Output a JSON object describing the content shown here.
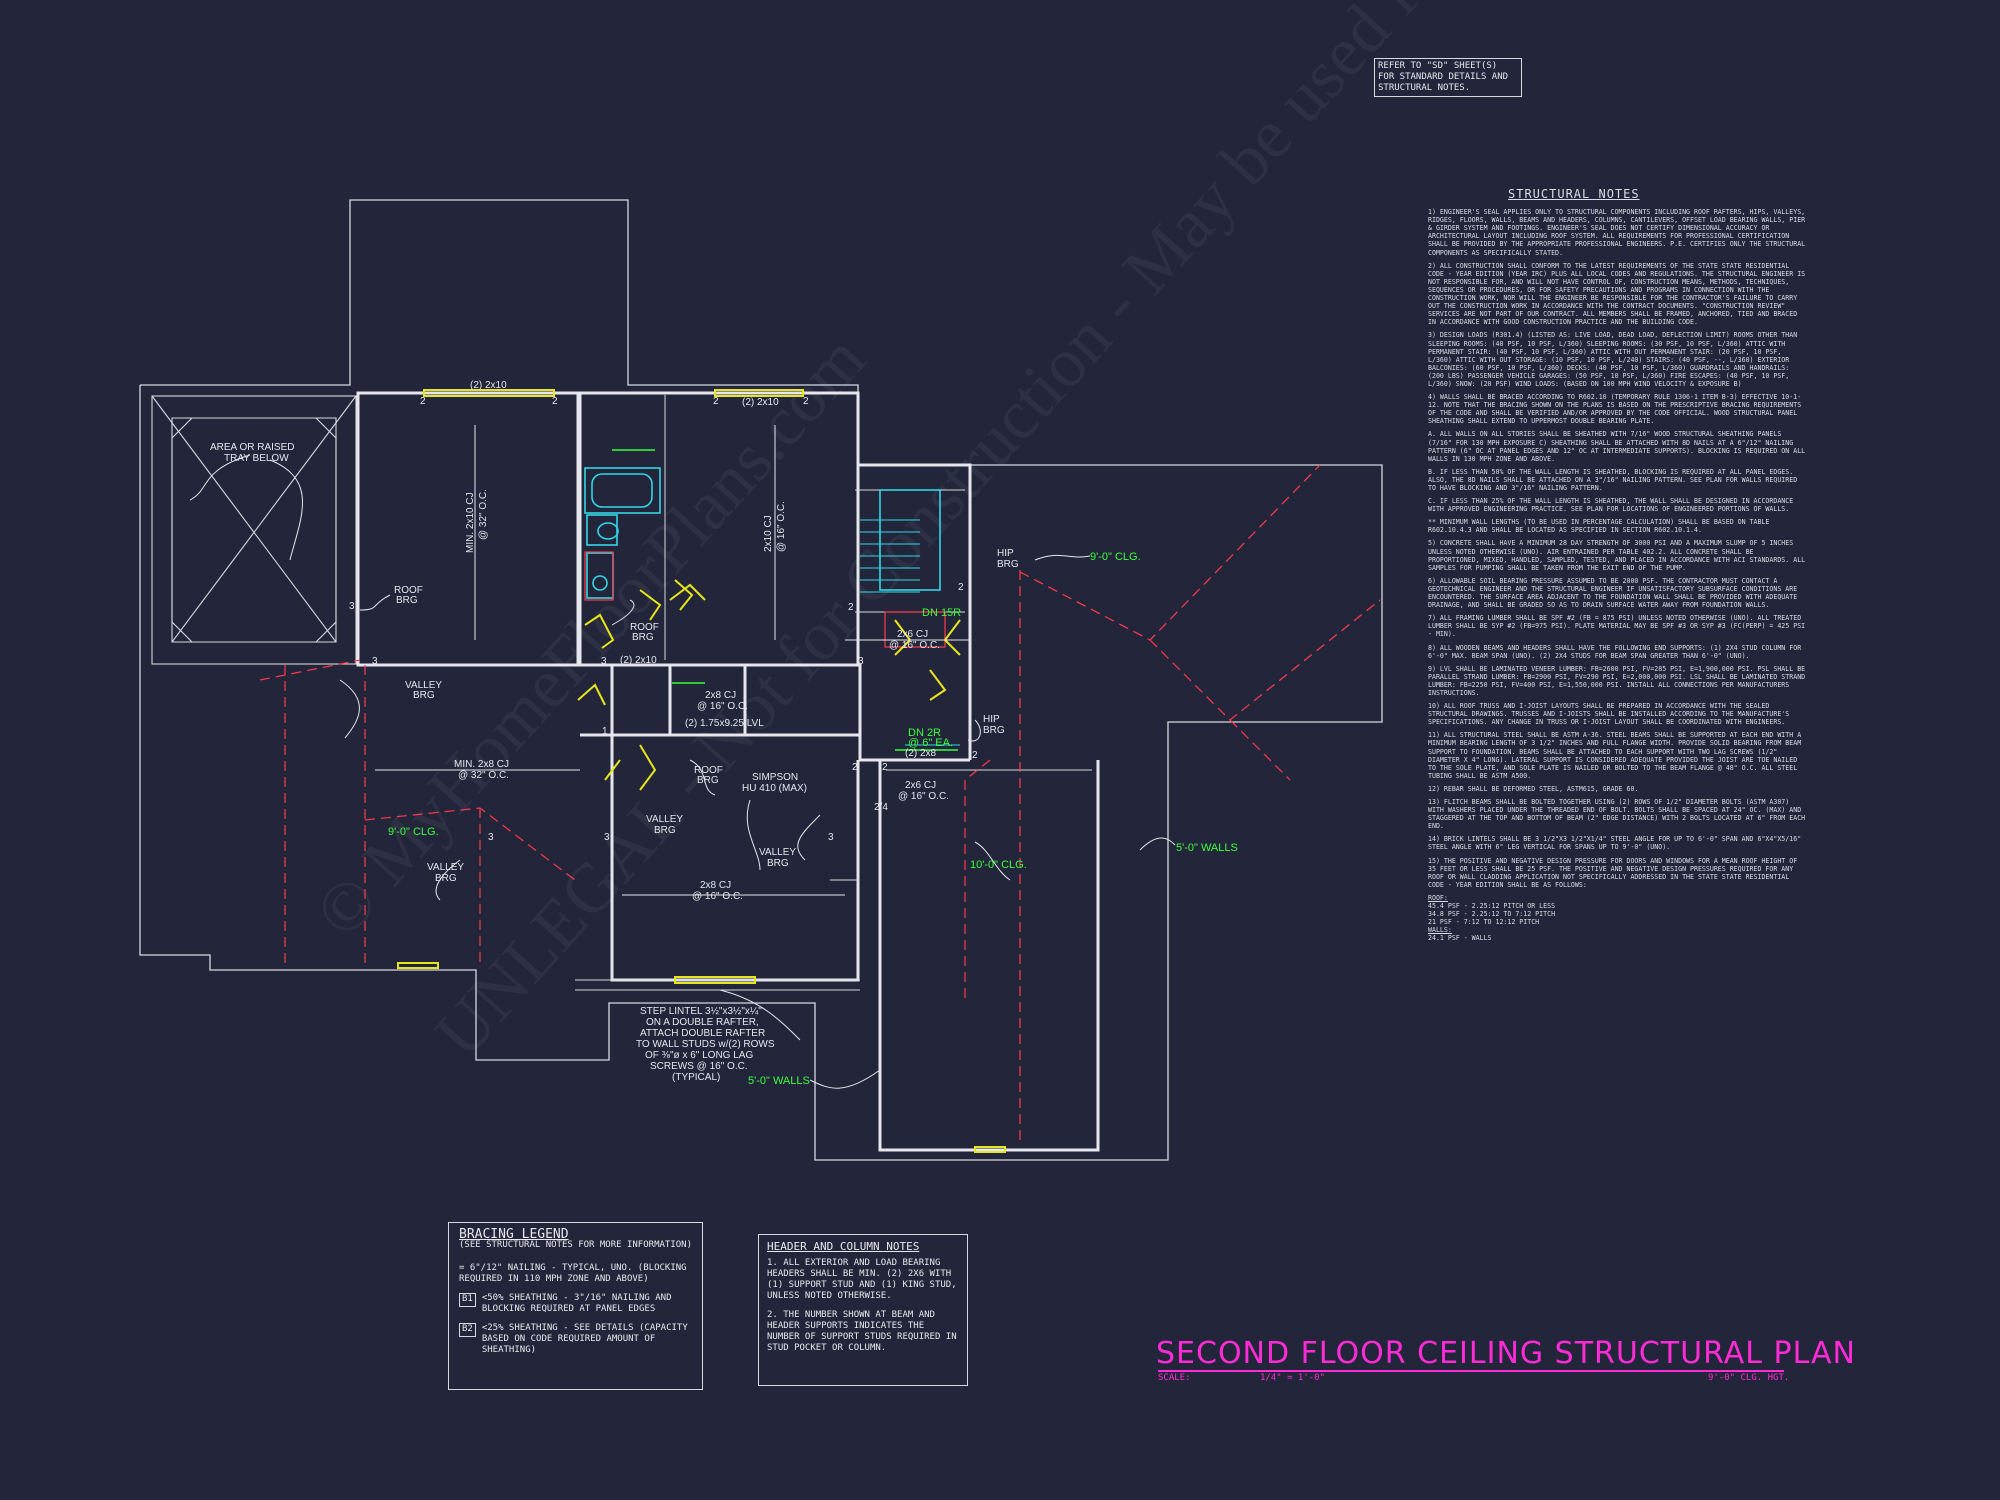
{
  "reference_note": "REFER TO \"SD\" SHEET(S) FOR STANDARD DETAILS AND STRUCTURAL NOTES.",
  "title": "SECOND FLOOR CEILING STRUCTURAL PLAN",
  "scale_label": "SCALE:",
  "scale_value": "1/4\" = 1'-0\"",
  "ceiling_height": "9'-0\" CLG. HGT.",
  "structural_notes": {
    "heading": "STRUCTURAL NOTES",
    "paragraphs": [
      "1) ENGINEER'S SEAL APPLIES ONLY TO STRUCTURAL COMPONENTS INCLUDING ROOF RAFTERS, HIPS, VALLEYS, RIDGES, FLOORS, WALLS, BEAMS AND HEADERS, COLUMNS, CANTILEVERS, OFFSET LOAD BEARING WALLS, PIER & GIRDER SYSTEM AND FOOTINGS. ENGINEER'S SEAL DOES NOT CERTIFY DIMENSIONAL ACCURACY OR ARCHITECTURAL LAYOUT INCLUDING ROOF SYSTEM. ALL REQUIREMENTS FOR PROFESSIONAL CERTIFICATION SHALL BE PROVIDED BY THE APPROPRIATE PROFESSIONAL ENGINEERS. P.E. CERTIFIES ONLY THE STRUCTURAL COMPONENTS AS SPECIFICALLY STATED.",
      "2) ALL CONSTRUCTION SHALL CONFORM TO THE LATEST REQUIREMENTS OF THE STATE STATE RESIDENTIAL CODE - YEAR EDITION (YEAR IRC) PLUS ALL LOCAL CODES AND REGULATIONS. THE STRUCTURAL ENGINEER IS NOT RESPONSIBLE FOR, AND WILL NOT HAVE CONTROL OF, CONSTRUCTION MEANS, METHODS, TECHNIQUES, SEQUENCES OR PROCEDURES, OR FOR SAFETY PRECAUTIONS AND PROGRAMS IN CONNECTION WITH THE CONSTRUCTION WORK, NOR WILL THE ENGINEER BE RESPONSIBLE FOR THE CONTRACTOR'S FAILURE TO CARRY OUT THE CONSTRUCTION WORK IN ACCORDANCE WITH THE CONTRACT DOCUMENTS. \"CONSTRUCTION REVIEW\" SERVICES ARE NOT PART OF OUR CONTRACT. ALL MEMBERS SHALL BE FRAMED, ANCHORED, TIED AND BRACED IN ACCORDANCE WITH GOOD CONSTRUCTION PRACTICE AND THE BUILDING CODE.",
      "3) DESIGN LOADS (R301.4) (LISTED AS: LIVE LOAD, DEAD LOAD, DEFLECTION LIMIT) ROOMS OTHER THAN SLEEPING ROOMS: (40 PSF, 10 PSF, L/360) SLEEPING ROOMS: (30 PSF, 10 PSF, L/360) ATTIC WITH PERMANENT STAIR: (40 PSF, 10 PSF, L/360) ATTIC WITH OUT PERMANENT STAIR: (20 PSF, 10 PSF, L/360) ATTIC WITH OUT STORAGE: (10 PSF, 10 PSF, L/240) STAIRS: (40 PSF, --, L/360) EXTERIOR BALCONIES: (60 PSF, 10 PSF, L/360) DECKS: (40 PSF, 10 PSF, L/360) GUARDRAILS AND HANDRAILS: (200 LBS) PASSENGER VEHICLE GARAGES: (50 PSF, 10 PSF, L/360) FIRE ESCAPES: (40 PSF, 10 PSF, L/360) SNOW: (20 PSF) WIND LOADS: (BASED ON 100 MPH WIND VELOCITY & EXPOSURE B)",
      "4) WALLS SHALL BE BRACED ACCORDING TO R602.10 (TEMPORARY RULE 1306-1 ITEM B-3) EFFECTIVE 10-1-12. NOTE THAT THE BRACING SHOWN ON THE PLANS IS BASED ON THE PRESCRIPTIVE BRACING REQUIREMENTS OF THE CODE AND SHALL BE VERIFIED AND/OR APPROVED BY THE CODE OFFICIAL. WOOD STRUCTURAL PANEL SHEATHING SHALL EXTEND TO UPPERMOST DOUBLE BEARING PLATE.",
      "A. ALL WALLS ON ALL STORIES SHALL BE SHEATHED WITH 7/16\" WOOD STRUCTURAL SHEATHING PANELS (7/16\" FOR 130 MPH EXPOSURE C) SHEATHING SHALL BE ATTACHED WITH 8d NAILS AT A 6\"/12\" NAILING PATTERN (6\" OC AT PANEL EDGES AND 12\" OC AT INTERMEDIATE SUPPORTS). BLOCKING IS REQUIRED ON ALL WALLS IN 130 MPH ZONE AND ABOVE.",
      "B. IF LESS THAN 50% OF THE WALL LENGTH IS SHEATHED, BLOCKING IS REQUIRED AT ALL PANEL EDGES. ALSO, THE 8d NAILS SHALL BE ATTACHED ON A 3\"/16\" NAILING PATTERN. SEE PLAN FOR WALLS REQUIRED TO HAVE BLOCKING AND 3\"/16\" NAILING PATTERN.",
      "C. IF LESS THAN 25% OF THE WALL LENGTH IS SHEATHED, THE WALL SHALL BE DESIGNED IN ACCORDANCE WITH APPROVED ENGINEERING PRACTICE. SEE PLAN FOR LOCATIONS OF ENGINEERED PORTIONS OF WALLS.",
      "** MINIMUM WALL LENGTHS (TO BE USED IN PERCENTAGE CALCULATION) SHALL BE BASED ON TABLE R602.10.4.3 AND SHALL BE LOCATED AS SPECIFIED IN SECTION R602.10.1.4.",
      "5) CONCRETE SHALL HAVE A MINIMUM 28 DAY STRENGTH OF 3000 PSI AND A MAXIMUM SLUMP OF 5 INCHES UNLESS NOTED OTHERWISE (UNO). AIR ENTRAINED PER TABLE 402.2. ALL CONCRETE SHALL BE PROPORTIONED, MIXED, HANDLED, SAMPLED, TESTED, AND PLACED IN ACCORDANCE WITH ACI STANDARDS. ALL SAMPLES FOR PUMPING SHALL BE TAKEN FROM THE EXIT END OF THE PUMP.",
      "6) ALLOWABLE SOIL BEARING PRESSURE ASSUMED TO BE 2000 PSF. THE CONTRACTOR MUST CONTACT A GEOTECHNICAL ENGINEER AND THE STRUCTURAL ENGINEER IF UNSATISFACTORY SUBSURFACE CONDITIONS ARE ENCOUNTERED. THE SURFACE AREA ADJACENT TO THE FOUNDATION WALL SHALL BE PROVIDED WITH ADEQUATE DRAINAGE, AND SHALL BE GRADED SO AS TO DRAIN SURFACE WATER AWAY FROM FOUNDATION WALLS.",
      "7) ALL FRAMING LUMBER SHALL BE SPF #2 (Fb = 875 PSI) UNLESS NOTED OTHERWISE (UNO). ALL TREATED LUMBER SHALL BE SYP #2 (Fb=975 PSI). PLATE MATERIAL MAY BE SPF #3 OR SYP #3 (Fc(perp) = 425 PSI - MIN).",
      "8) ALL WOODEN BEAMS AND HEADERS SHALL HAVE THE FOLLOWING END SUPPORTS: (1) 2x4 STUD COLUMN FOR 6'-0\" MAX. BEAM SPAN (UNO). (2) 2X4 STUDS FOR BEAM SPAN GREATER THAN 6'-0\" (UNO).",
      "9) LVL SHALL BE LAMINATED VENEER LUMBER: Fb=2600 PSI, Fv=285 PSI, E=1,900,000 PSI. PSL SHALL BE PARALLEL STRAND LUMBER: Fb=2900 PSI, Fv=290 PSI, E=2,000,000 PSI. LSL SHALL BE LAMINATED STRAND LUMBER: Fb=2250 PSI, Fv=400 PSI, E=1,550,000 PSI. INSTALL ALL CONNECTIONS PER MANUFACTURERS INSTRUCTIONS.",
      "10) ALL ROOF TRUSS AND I-JOIST LAYOUTS SHALL BE PREPARED IN ACCORDANCE WITH THE SEALED STRUCTURAL DRAWINGS. TRUSSES AND I-JOISTS SHALL BE INSTALLED ACCORDING TO THE MANUFACTURE'S SPECIFICATIONS. ANY CHANGE IN TRUSS OR I-JOIST LAYOUT SHALL BE COORDINATED WITH ENGINEERS.",
      "11) ALL STRUCTURAL STEEL SHALL BE ASTM A-36. STEEL BEAMS SHALL BE SUPPORTED AT EACH END WITH A MINIMUM BEARING LENGTH OF 3 1/2\" INCHES AND FULL FLANGE WIDTH. PROVIDE SOLID BEARING FROM BEAM SUPPORT TO FOUNDATION. BEAMS SHALL BE ATTACHED TO EACH SUPPORT WITH TWO LAG SCREWS (1/2\" DIAMETER x 4\" LONG). LATERAL SUPPORT IS CONSIDERED ADEQUATE PROVIDED THE JOIST ARE TOE NAILED TO THE SOLE PLATE, AND SOLE PLATE IS NAILED OR BOLTED TO THE BEAM FLANGE @ 48\" O.C. ALL STEEL TUBING SHALL BE ASTM A500.",
      "12) REBAR SHALL BE DEFORMED STEEL, ASTM615, GRADE 60.",
      "13) FLITCH BEAMS SHALL BE BOLTED TOGETHER USING (2) ROWS OF 1/2\" DIAMETER BOLTS (ASTM A307) WITH WASHERS PLACED UNDER THE THREADED END OF BOLT. BOLTS SHALL BE SPACED AT 24\" OC. (MAX) AND STAGGERED AT THE TOP AND BOTTOM OF BEAM (2\" EDGE DISTANCE) WITH 2 BOLTS LOCATED AT 6\" FROM EACH END.",
      "14) BRICK LINTELS SHALL BE 3 1/2\"x3 1/2\"x1/4\" STEEL ANGLE FOR UP TO 6'-0\" SPAN AND 6\"x4\"x5/16\" STEEL ANGLE WITH 6\" LEG VERTICAL FOR SPANS UP TO 9'-0\" (UNO).",
      "15) THE POSITIVE AND NEGATIVE DESIGN PRESSURE FOR DOORS AND WINDOWS FOR A MEAN ROOF HEIGHT OF 35 FEET OR LESS SHALL BE 25 PSF. THE POSITIVE AND NEGATIVE DESIGN PRESSURES REQUIRED FOR ANY ROOF OR WALL CLADDING APPLICATION NOT SPECIFICALLY ADDRESSED IN THE STATE STATE RESIDENTIAL CODE - YEAR EDITION SHALL BE AS FOLLOWS:"
    ],
    "roof_label": "ROOF:",
    "roof_lines": [
      "45.4 PSF - 2.25:12 PITCH OR LESS",
      "34.8 PSF - 2.25:12 TO 7:12 PITCH",
      "21 PSF - 7:12 TO 12:12 PITCH"
    ],
    "walls_label": "WALLS:",
    "walls_lines": [
      "24.1 PSF - WALLS"
    ]
  },
  "bracing_legend": {
    "heading": "BRACING LEGEND",
    "subheading": "(SEE STRUCTURAL NOTES FOR MORE INFORMATION)",
    "row1_text": "= 6\"/12\" NAILING - TYPICAL, UNO. (BLOCKING REQUIRED IN 110 MPH ZONE AND ABOVE)",
    "row2_symbol": "B1",
    "row2_text": "<50% SHEATHING - 3\"/16\" NAILING AND BLOCKING REQUIRED AT PANEL EDGES",
    "row3_symbol": "B2",
    "row3_text": "<25% SHEATHING - SEE DETAILS (CAPACITY BASED ON CODE REQUIRED AMOUNT OF SHEATHING)"
  },
  "header_notes": {
    "heading": "HEADER AND COLUMN NOTES",
    "note1": "1. ALL EXTERIOR AND LOAD BEARING HEADERS SHALL BE MIN. (2) 2x6 WITH (1) SUPPORT STUD AND (1) KING STUD, UNLESS NOTED OTHERWISE.",
    "note2": "2. THE NUMBER SHOWN AT BEAM AND HEADER SUPPORTS INDICATES THE NUMBER OF SUPPORT STUDS REQUIRED IN STUD POCKET OR COLUMN."
  },
  "plan_labels": {
    "tray": [
      "AREA OR RAISED",
      "TRAY BELOW"
    ],
    "header_top_left": "(2) 2x10",
    "header_top_right": "(2) 2x10",
    "header_mid": "(2) 2x10",
    "cj_bedroom1": "MIN. 2x10 CJ",
    "cj_bedroom1_spacing": "@ 32\" O.C.",
    "cj_bedroom2": "2x10 CJ",
    "cj_bedroom2_spacing": "@ 16\" O.C.",
    "roof_brg": [
      "ROOF",
      "BRG"
    ],
    "valley_brg": [
      "VALLEY",
      "BRG"
    ],
    "hip_brg": [
      "HIP",
      "BRG"
    ],
    "dn_15r": "DN 15R",
    "dn_2r": "DN 2R",
    "dn_2r_ea": "@ 6\" EA.",
    "cj_2x6": "2x6 CJ",
    "cj_2x6_spacing": "@ 16\" O.C.",
    "cj_2x8": "2x8 CJ",
    "cj_2x8_spacing": "@ 16\" O.C.",
    "lvl": "(2) 1.75x9.25 LVL",
    "cj_2x8_left": "MIN. 2x8 CJ",
    "cj_2x8_left_spacing": "@ 32\" O.C.",
    "simpson": [
      "SIMPSON",
      "HU 410 (MAX)"
    ],
    "header_2x8": "(2) 2x8",
    "step_lintel": [
      "STEP LINTEL 3½\"x3½\"x¼\"",
      "ON A DOUBLE RAFTER,",
      "ATTACH DOUBLE RAFTER",
      "TO WALL STUDS w/(2) ROWS",
      "OF ⅜\"ø x 6\" LONG LAG",
      "SCREWS @ 16\" O.C.",
      "(TYPICAL)"
    ],
    "clg_9_a": "9'-0\" CLG.",
    "clg_9_b": "9'-0\" CLG.",
    "clg_10": "10'-0\" CLG.",
    "walls_5a": "5'-0\" WALLS",
    "walls_5b": "5'-0\" WALLS",
    "num_2": "2",
    "num_3": "3",
    "num_1": "1",
    "num_24": "2/4"
  },
  "colors": {
    "background": "#23263a",
    "linework": "#e6e6ee",
    "green_text": "#39ff3a",
    "roof_lines": "#ff3a4a",
    "title": "#ff2bd6",
    "fixtures": "#33d6e6",
    "header_beams": "#e6e61a"
  },
  "watermark": [
    "© MyHomeFloorPlans.com",
    "UNLEGAL - Not for Construction - May be used for Estimating"
  ]
}
